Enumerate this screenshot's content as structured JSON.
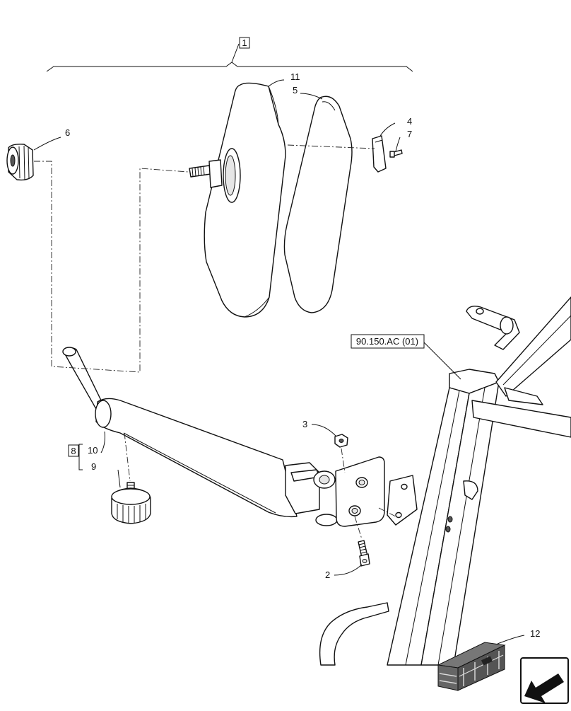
{
  "callouts": {
    "c1": "1",
    "c2": "2",
    "c3": "3",
    "c4": "4",
    "c5": "5",
    "c6": "6",
    "c7": "7",
    "c8": "8",
    "c9": "9",
    "c10": "10",
    "c11": "11",
    "c12": "12"
  },
  "reference": "90.150.AC (01)",
  "icons": {
    "kit": "parts-kit-box-icon",
    "nav": "navigation-arrow-icon"
  }
}
